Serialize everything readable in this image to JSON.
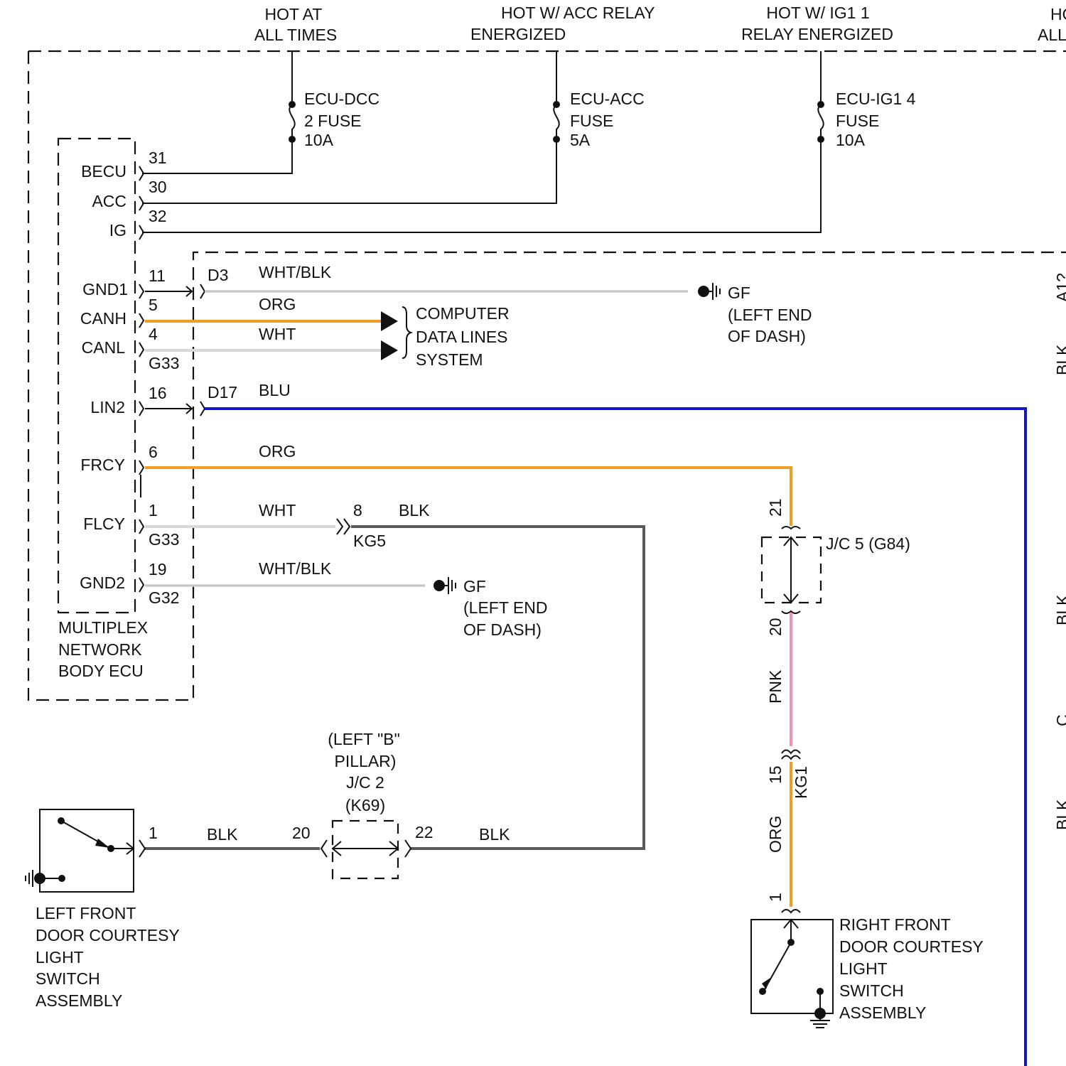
{
  "supply": {
    "hot_always": [
      "HOT AT",
      "ALL TIMES"
    ],
    "hot_acc": [
      "HOT W/ ACC RELAY",
      "ENERGIZED"
    ],
    "hot_ig1": [
      "HOT W/ IG1 1",
      "RELAY ENERGIZED"
    ],
    "hot_partial": [
      "HO",
      "ALL"
    ]
  },
  "fuses": {
    "dcc": [
      "ECU-DCC",
      "2 FUSE",
      "10A"
    ],
    "acc": [
      "ECU-ACC",
      "FUSE",
      "5A"
    ],
    "ig1": [
      "ECU-IG1 4",
      "FUSE",
      "10A"
    ]
  },
  "ecu": {
    "name": [
      "MULTIPLEX",
      "NETWORK",
      "BODY ECU"
    ],
    "terminals": {
      "becu": "BECU",
      "acc": "ACC",
      "ig": "IG",
      "gnd1": "GND1",
      "canh": "CANH",
      "canl": "CANL",
      "lin2": "LIN2",
      "frcy": "FRCY",
      "flcy": "FLCY",
      "gnd2": "GND2"
    },
    "pins": {
      "becu": "31",
      "acc": "30",
      "ig": "32",
      "gnd1": "11",
      "canh": "5",
      "canl": "4",
      "lin2": "16",
      "frcy": "6",
      "flcy": "1",
      "gnd2": "19"
    },
    "connectors": {
      "g33a": "G33",
      "g33b": "G33",
      "g32": "G32",
      "d3": "D3",
      "d17": "D17"
    }
  },
  "wires": {
    "gnd1": "WHT/BLK",
    "canh": "ORG",
    "canl": "WHT",
    "lin2": "BLU",
    "frcy": "ORG",
    "flcy": "WHT",
    "flcy_after": "BLK",
    "gnd2": "WHT/BLK",
    "lf_sw": "BLK",
    "jc2_out": "BLK",
    "pnk": "PNK",
    "org_lower": "ORG"
  },
  "ground": {
    "gf1": [
      "GF",
      "(LEFT END",
      "OF DASH)"
    ],
    "gf2": [
      "GF",
      "(LEFT END",
      "OF DASH)"
    ]
  },
  "cdl": [
    "COMPUTER",
    "DATA LINES",
    "SYSTEM"
  ],
  "kg5": {
    "pin": "8",
    "name": "KG5"
  },
  "jc5": {
    "name": "J/C 5 (G84)",
    "pin_top": "21",
    "pin_bottom": "20"
  },
  "kg1": {
    "pin": "15",
    "name": "KG1"
  },
  "jc2": {
    "name": [
      "(LEFT \"B\"",
      "PILLAR)",
      "J/C 2",
      "(K69)"
    ],
    "pin_in": "20",
    "pin_out": "22"
  },
  "left_switch": {
    "pin": "1",
    "name": [
      "LEFT FRONT",
      "DOOR COURTESY",
      "LIGHT",
      "SWITCH",
      "ASSEMBLY"
    ]
  },
  "right_switch": {
    "pin": "1",
    "name": [
      "RIGHT FRONT",
      "DOOR COURTESY",
      "LIGHT",
      "SWITCH",
      "ASSEMBLY"
    ]
  },
  "right_edge_fragments": [
    "A1?",
    "BLK",
    "BLK",
    "C",
    "BLK"
  ],
  "colors": {
    "org": "#f39c24",
    "blu": "#1515c8",
    "pnk": "#ef93b6",
    "wht": "#d9d9d9",
    "blk": "#5a5a5a",
    "line": "#111111"
  }
}
